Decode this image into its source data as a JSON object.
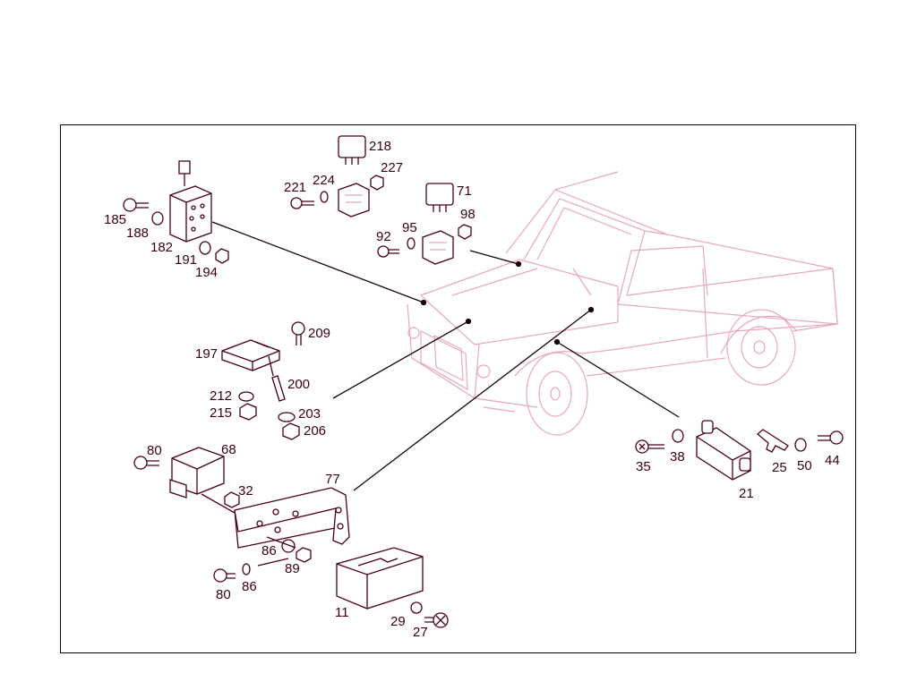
{
  "diagram": {
    "colors": {
      "part": "#4a0014",
      "vehicle": "#e8a8b8",
      "leader": "#1a0008",
      "label": "#3a0010"
    },
    "labels": {
      "p218": "218",
      "p224": "224",
      "p227": "227",
      "p221": "221",
      "p71": "71",
      "p98": "98",
      "p95": "95",
      "p92": "92",
      "p185": "185",
      "p188": "188",
      "p182": "182",
      "p191": "191",
      "p194": "194",
      "p209": "209",
      "p197": "197",
      "p200": "200",
      "p212": "212",
      "p215": "215",
      "p203": "203",
      "p206": "206",
      "p80a": "80",
      "p68": "68",
      "p32": "32",
      "p77": "77",
      "p86a": "86",
      "p89": "89",
      "p80b": "80",
      "p86b": "86",
      "p11": "11",
      "p29": "29",
      "p27": "27",
      "p35": "35",
      "p38": "38",
      "p21": "21",
      "p25": "25",
      "p50": "50",
      "p44": "44"
    }
  }
}
